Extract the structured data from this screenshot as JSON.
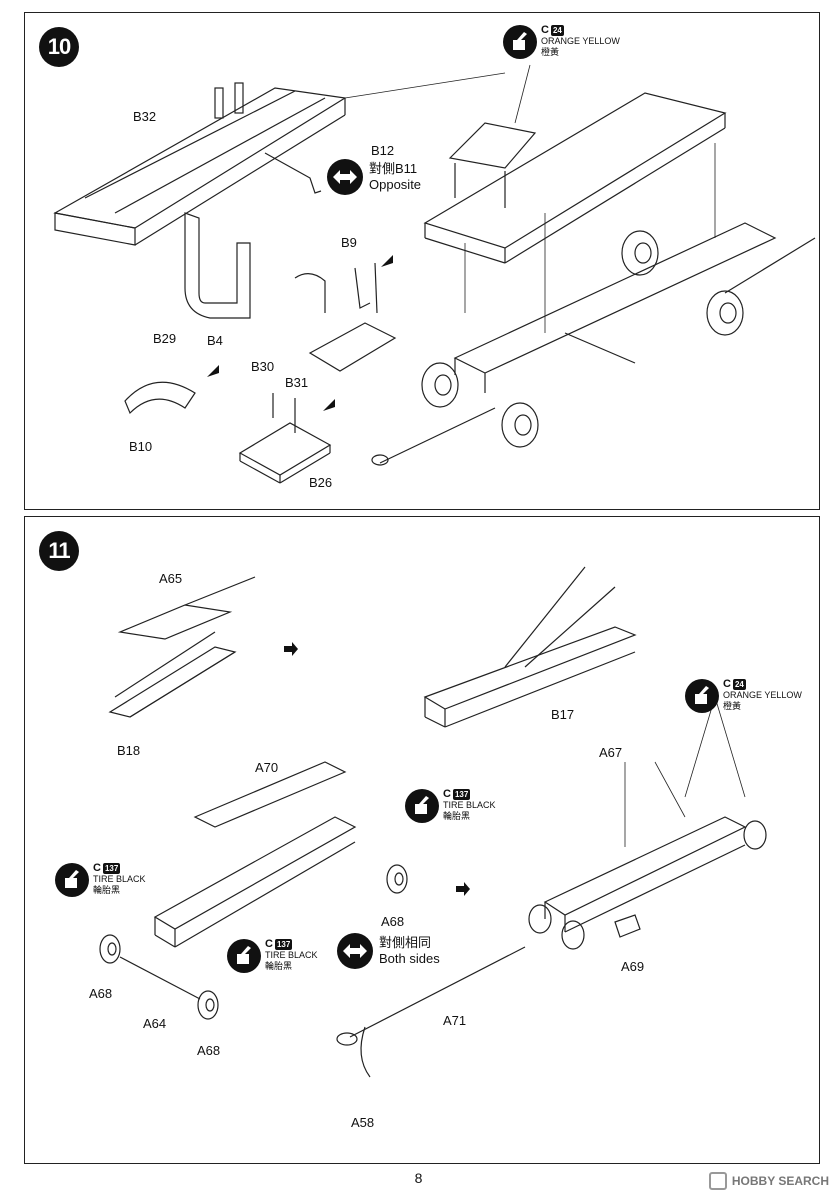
{
  "page_number": "8",
  "watermark": {
    "text": "HOBBY SEARCH"
  },
  "step10": {
    "number": "10",
    "labels": {
      "b32": "B32",
      "b12": "B12",
      "b9": "B9",
      "b29": "B29",
      "b4": "B4",
      "b10": "B10",
      "b30": "B30",
      "b31": "B31",
      "b26": "B26"
    },
    "opposite_callout": {
      "line1": "對側B11",
      "line2": "Opposite"
    },
    "paint": {
      "code": "C",
      "number": "24",
      "name": "ORANGE YELLOW",
      "name_cn": "橙黃"
    }
  },
  "step11": {
    "number": "11",
    "labels": {
      "a65": "A65",
      "b18": "B18",
      "b17": "B17",
      "a70": "A70",
      "a67": "A67",
      "a68_left": "A68",
      "a64": "A64",
      "a68_bottom": "A68",
      "a68_right": "A68",
      "a69": "A69",
      "a71": "A71",
      "a58": "A58"
    },
    "both_sides_callout": {
      "line1": "對側相同",
      "line2": "Both sides"
    },
    "paint_orange": {
      "code": "C",
      "number": "24",
      "name": "ORANGE YELLOW",
      "name_cn": "橙黃"
    },
    "paint_tire_1": {
      "code": "C",
      "number": "137",
      "name": "TIRE BLACK",
      "name_cn": "輪胎黑"
    },
    "paint_tire_2": {
      "code": "C",
      "number": "137",
      "name": "TIRE BLACK",
      "name_cn": "輪胎黑"
    },
    "paint_tire_3": {
      "code": "C",
      "number": "137",
      "name": "TIRE BLACK",
      "name_cn": "輪胎黑"
    }
  }
}
